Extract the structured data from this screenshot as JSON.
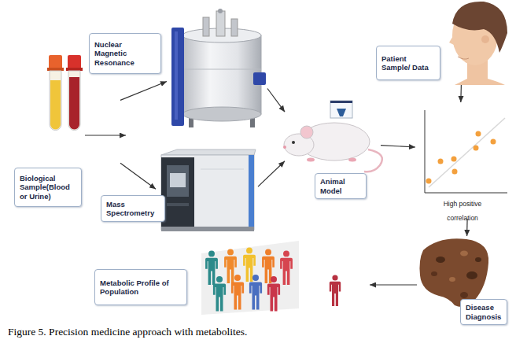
{
  "diagram": {
    "caption": "Figure 5. Precision medicine approach with metabolites.",
    "nodes": [
      {
        "text": [
          "Nuclear Magnetic Resonance"
        ]
      },
      {
        "text": [
          "Patient Sample/ Data"
        ]
      },
      {
        "text": [
          "Biological Sample(Blood or Urine)"
        ]
      },
      {
        "text": [
          "Animal Model"
        ]
      },
      {
        "text": [
          "High positive correlation"
        ]
      },
      {
        "text": [
          "Mass Spectrometry"
        ]
      },
      {
        "text": [
          "Metabolic Profile of Population"
        ]
      },
      {
        "text": [
          "Disease Diagnosis"
        ]
      }
    ],
    "edges": [
      {
        "from": 2,
        "to": 0,
        "arrow": "to"
      },
      {
        "from": 2,
        "to": 5,
        "arrow": "to"
      },
      {
        "from": 0,
        "to": 3,
        "arrow": "to"
      },
      {
        "from": 5,
        "to": 3,
        "arrow": "to"
      },
      {
        "from": 3,
        "to": 4,
        "arrow": "to"
      },
      {
        "from": 1,
        "to": 4,
        "arrow": "to"
      },
      {
        "from": 4,
        "to": 7,
        "arrow": "to"
      }
    ]
  }
}
